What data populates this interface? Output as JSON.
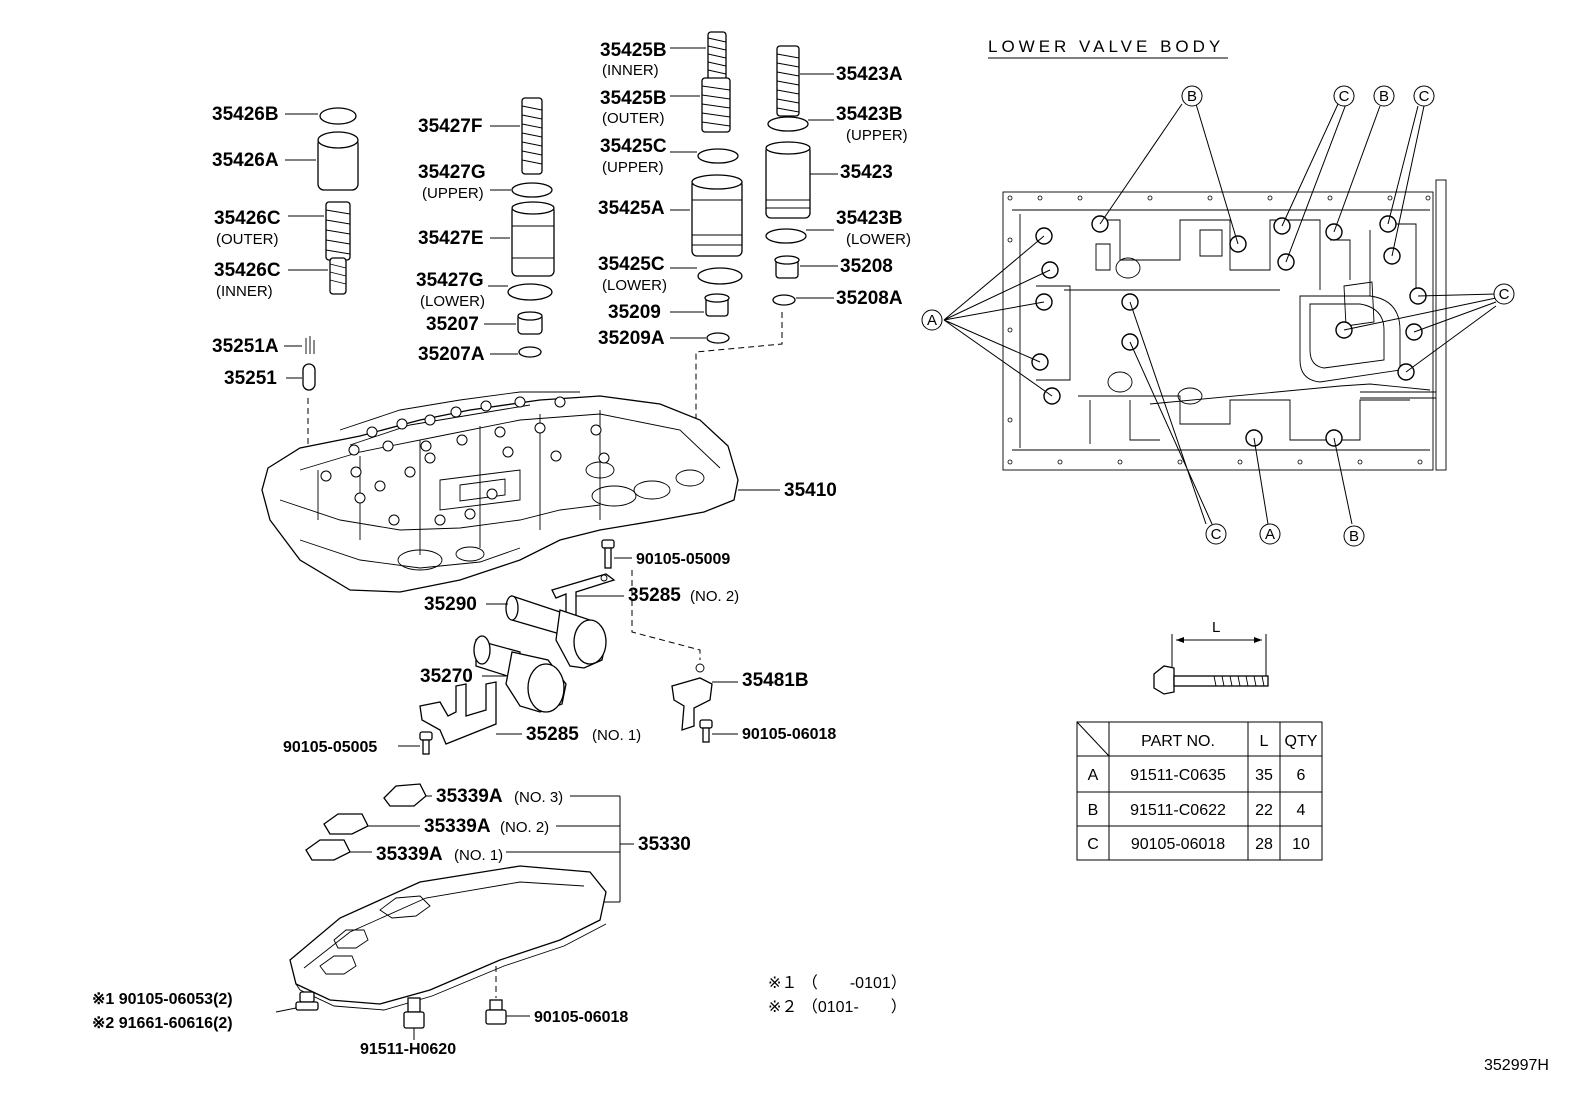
{
  "labels": {
    "p35425B_inner": "35425B",
    "p35425B_inner_sub": "(INNER)",
    "p35425B_outer": "35425B",
    "p35425B_outer_sub": "(OUTER)",
    "p35425C_upper": "35425C",
    "p35425C_upper_sub": "(UPPER)",
    "p35425A": "35425A",
    "p35425C_lower": "35425C",
    "p35425C_lower_sub": "(LOWER)",
    "p35209": "35209",
    "p35209A": "35209A",
    "p35423A": "35423A",
    "p35423B_upper": "35423B",
    "p35423B_upper_sub": "(UPPER)",
    "p35423": "35423",
    "p35423B_lower": "35423B",
    "p35423B_lower_sub": "(LOWER)",
    "p35208": "35208",
    "p35208A": "35208A",
    "p35426B": "35426B",
    "p35426A": "35426A",
    "p35426C_outer": "35426C",
    "p35426C_outer_sub": "(OUTER)",
    "p35426C_inner": "35426C",
    "p35426C_inner_sub": "(INNER)",
    "p35427F": "35427F",
    "p35427G_upper": "35427G",
    "p35427G_upper_sub": "(UPPER)",
    "p35427E": "35427E",
    "p35427G_lower": "35427G",
    "p35427G_lower_sub": "(LOWER)",
    "p35207": "35207",
    "p35207A": "35207A",
    "p35251A": "35251A",
    "p35251": "35251",
    "p35410": "35410",
    "p90105_05009": "90105-05009",
    "p35290": "35290",
    "p35285_no2": "35285",
    "p35285_no2_sub": "(NO. 2)",
    "p35270": "35270",
    "p35481B": "35481B",
    "p35285_no1": "35285",
    "p35285_no1_sub": "(NO. 1)",
    "p90105_05005": "90105-05005",
    "p90105_06018a": "90105-06018",
    "p35339A_no3": "35339A",
    "p35339A_no3_sub": "(NO. 3)",
    "p35339A_no2": "35339A",
    "p35339A_no2_sub": "(NO. 2)",
    "p35339A_no1": "35339A",
    "p35339A_no1_sub": "(NO. 1)",
    "p35330": "35330",
    "p_note1_bolt": "※1 90105-06053(2)",
    "p_note2_bolt": "※2 91661-60616(2)",
    "p91511_H0620": "91511-H0620",
    "p90105_06018b": "90105-06018",
    "note1": "※１ （　　-0101）",
    "note2": "※２ （0101-　　）",
    "figure_code": "352997H"
  },
  "lower_valve_body": {
    "title": "LOWER VALVE BODY",
    "callouts": [
      "A",
      "B",
      "C"
    ],
    "dimension_label": "L"
  },
  "bolt_table": {
    "headers": [
      "",
      "PART NO.",
      "L",
      "QTY"
    ],
    "rows": [
      {
        "key": "A",
        "part_no": "91511-C0635",
        "l": "35",
        "qty": "6"
      },
      {
        "key": "B",
        "part_no": "91511-C0622",
        "l": "22",
        "qty": "4"
      },
      {
        "key": "C",
        "part_no": "90105-06018",
        "l": "28",
        "qty": "10"
      }
    ]
  }
}
